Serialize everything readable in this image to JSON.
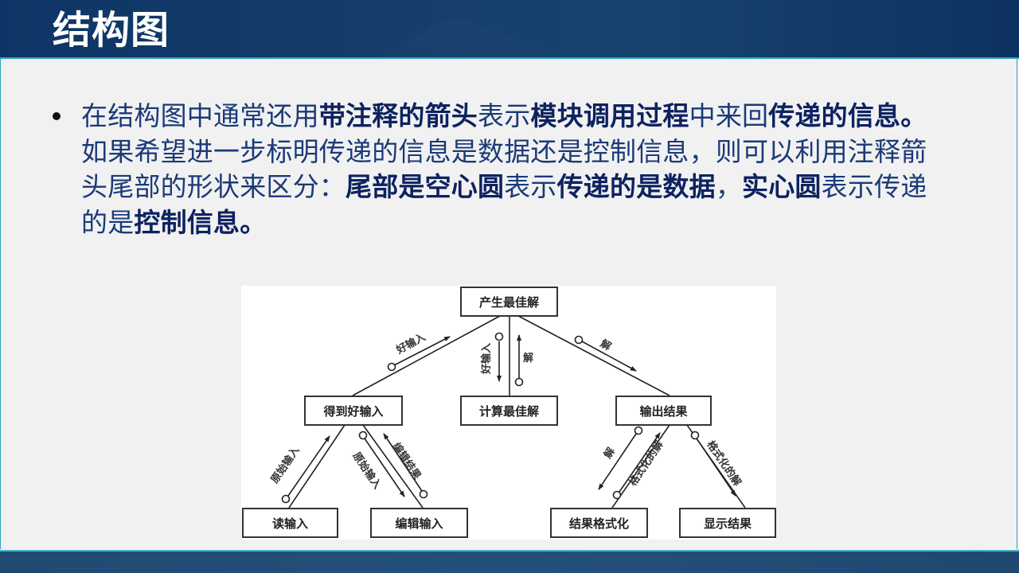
{
  "slide": {
    "title": "结构图",
    "colors": {
      "header_bg": "#0e3565",
      "accent_line": "#2aa6b8",
      "body_text": "#1a3a78",
      "bold_text": "#0d2260",
      "background": "#f1f1f1"
    }
  },
  "bullet": {
    "segments": [
      {
        "text": "在结构图中通常还用",
        "bold": false
      },
      {
        "text": "带注释的箭头",
        "bold": true
      },
      {
        "text": "表示",
        "bold": false
      },
      {
        "text": "模块调用过程",
        "bold": true
      },
      {
        "text": "中来回",
        "bold": false
      },
      {
        "text": "传递的信息。",
        "bold": true
      },
      {
        "text": "如果希望进一步标明传递的信息是数据还是控制信息，则可以利用注释箭头尾部的形状来区分：",
        "bold": false
      },
      {
        "text": "尾部是空心圆",
        "bold": true
      },
      {
        "text": "表示",
        "bold": false
      },
      {
        "text": "传递的是数据",
        "bold": true
      },
      {
        "text": "，",
        "bold": false
      },
      {
        "text": "实心圆",
        "bold": true
      },
      {
        "text": "表示传递的是",
        "bold": false
      },
      {
        "text": "控制信息。",
        "bold": true
      }
    ]
  },
  "diagram": {
    "nodes": {
      "root": "产生最佳解",
      "get_input": "得到好输入",
      "compute": "计算最佳解",
      "output": "输出结果",
      "read_input": "读输入",
      "edit_input": "编辑输入",
      "format_result": "结果格式化",
      "show_result": "显示结果"
    },
    "edge_labels": {
      "good_input_up": "好输入",
      "good_input_down": "好输入",
      "solution_up": "解",
      "solution_down": "解",
      "raw_input_up": "原始输入",
      "raw_input_down": "原始输入",
      "edit_result": "编辑结果",
      "solution_to_format": "解",
      "formatted_up": "格式化的解",
      "formatted_down": "格式化的解"
    }
  }
}
